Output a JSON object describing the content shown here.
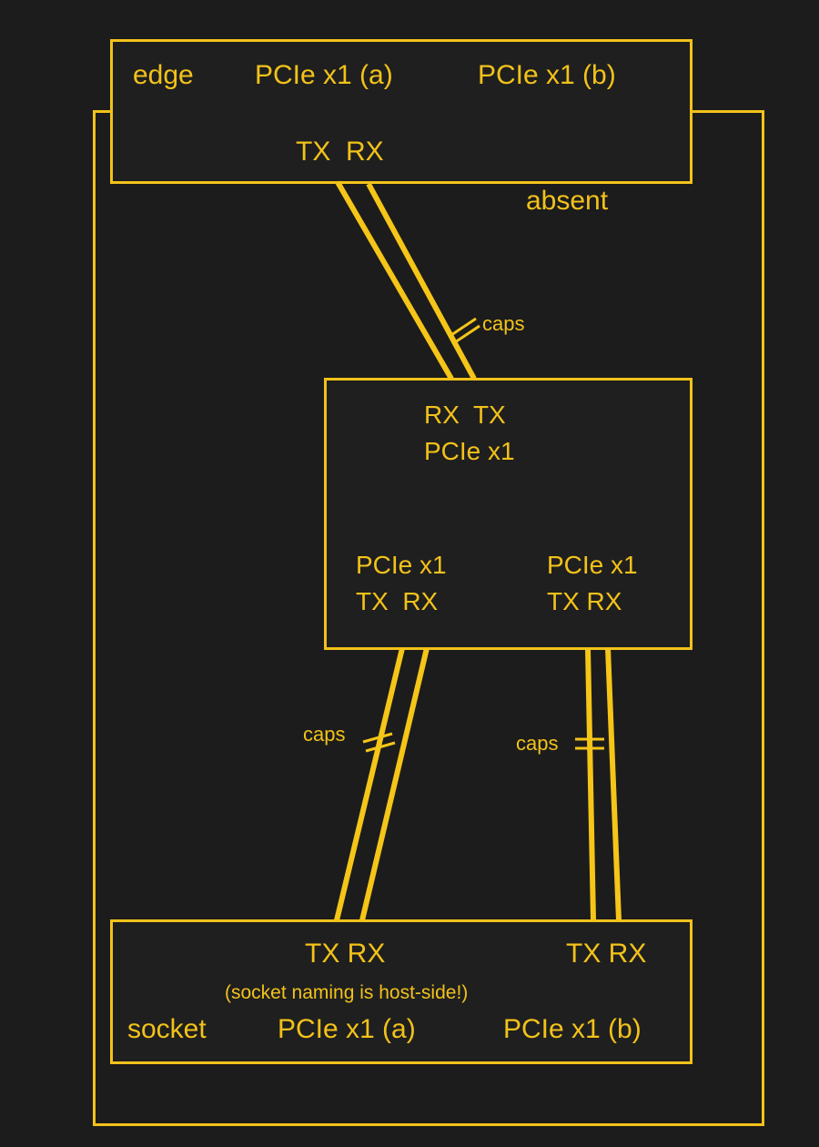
{
  "diagram": {
    "title": "PCIe x1 cable routing between edge and socket",
    "colors": {
      "background": "#1c1c1c",
      "stroke": "#F2C21A",
      "text": "#F2C21A",
      "cable": "#F5C518"
    }
  },
  "outer_frame": {
    "name": "chassis-outline"
  },
  "edge_box": {
    "name_label": "edge",
    "port_a_label": "PCIe x1 (a)",
    "port_b_label": "PCIe x1 (b)",
    "signals_label": "TX  RX"
  },
  "absent_note": "absent",
  "middle_box": {
    "top_signals_label": "RX  TX",
    "top_port_label": "PCIe x1",
    "left_port_label": "PCIe x1",
    "left_signals_label": "TX  RX",
    "right_port_label": "PCIe x1",
    "right_signals_label": "TX RX"
  },
  "socket_box": {
    "left_signals_label": "TX RX",
    "right_signals_label": "TX RX",
    "note": "(socket naming is host-side!)",
    "name_label": "socket",
    "port_a_label": "PCIe x1 (a)",
    "port_b_label": "PCIe x1 (b)"
  },
  "cap_markers": {
    "upper_label": "caps",
    "lower_left_label": "caps",
    "lower_right_label": "caps"
  }
}
